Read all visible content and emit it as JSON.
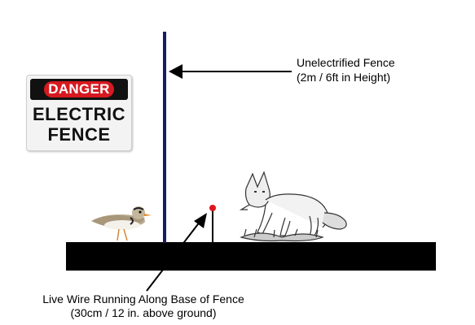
{
  "sign": {
    "header": "DANGER",
    "line1": "ELECTRIC",
    "line2": "FENCE"
  },
  "labels": {
    "fence_line1": "Unelectrified Fence",
    "fence_line2": "(2m / 6ft in Height)",
    "wire_line1": "Live Wire Running Along Base of Fence",
    "wire_line2": "(30cm / 12 in. above ground)"
  },
  "colors": {
    "fence_post": "#1a1a66",
    "ground": "#000000",
    "live_wire_dot": "#e0141a",
    "sign_danger": "#d71920"
  },
  "icons": [
    "bird-icon",
    "fox-icon",
    "arrow-icon"
  ]
}
